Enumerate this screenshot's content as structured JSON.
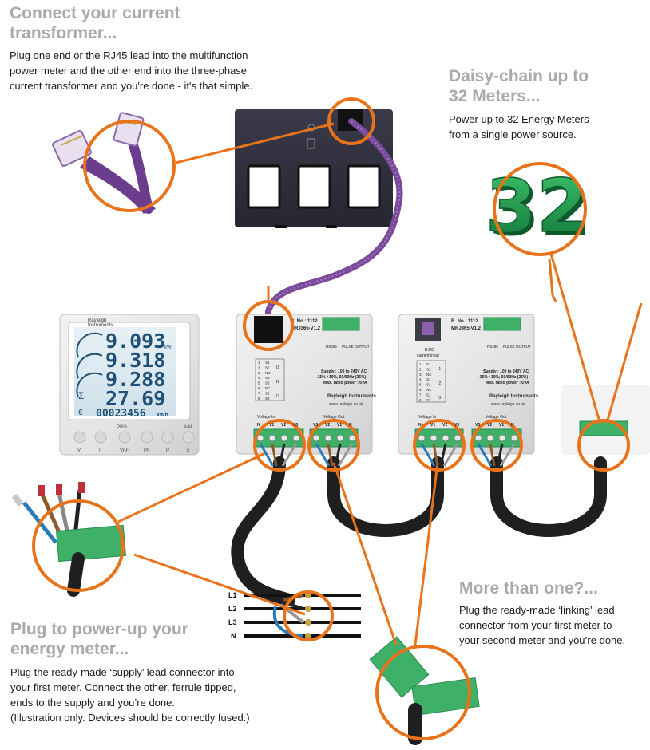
{
  "sections": {
    "connect": {
      "title_line1": "Connect your current",
      "title_line2": "transformer...",
      "body_line1": "Plug one end or the RJ45 lead into the multifunction",
      "body_line2": "power meter and the other end into the three-phase",
      "body_line3": "current transformer and you're done - it's that simple."
    },
    "daisy": {
      "title_line1": "Daisy-chain up to",
      "title_line2": "32 Meters...",
      "body_line1": "Power up to 32 Energy Meters",
      "body_line2": "from a single power source."
    },
    "plug": {
      "title_line1": "Plug to power-up your",
      "title_line2": "energy meter...",
      "body_line1": "Plug the ready-made ‘supply’ lead connector into",
      "body_line2": "your first meter. Connect the other, ferrule tipped,",
      "body_line3": "ends to the supply and you’re done.",
      "body_line4": "(Illustration only. Devices should be correctly fused.)"
    },
    "more": {
      "title": "More than one?...",
      "body_line1": "Plug the ready-made ‘linking’ lead",
      "body_line2": "connector from your first meter to",
      "body_line3": "your second meter and you’re done."
    }
  },
  "badge": {
    "number": "32"
  },
  "display": {
    "brand_line1": "Rayleigh",
    "brand_line2": "Instruments",
    "row1_value": "9.093",
    "row1_unit": "kW",
    "row2_value": "9.318",
    "row3_value": "9.288",
    "row4_value": "27.69",
    "row5_value": "00023456",
    "row5_unit": "kWh",
    "prg_label": "PRG",
    "am_label": "A/M",
    "buttons": [
      "V",
      "I",
      "VAF",
      "PF",
      "P",
      "E"
    ]
  },
  "meter_module": {
    "serial": "B. No.: 1112",
    "model": "MRJ365-V1.2",
    "rj45_label": "RJ45",
    "ct_label": "current input",
    "pulse_label": "PULSE OUTPUT",
    "rs485_label": "RS485",
    "supply_line1": "Supply : 100 to 240V AC,",
    "supply_line2": "-15% +10%, 50/60Hz (25%)",
    "supply_line3": "Max. rated power : 6VA",
    "brand": "Rayleigh Instruments",
    "website": "www.rayleigh.co.uk",
    "voltage_in": "Voltage In",
    "voltage_out": "Voltage Out",
    "terminal_rows": [
      "S1",
      "S2",
      "NC",
      "S1",
      "S2",
      "NC",
      "S1",
      "S2"
    ],
    "ct_groups": [
      "I1",
      "I2",
      "I3"
    ],
    "terminals_in": [
      "N",
      "V1",
      "V2",
      "V3"
    ],
    "terminals_out": [
      "V3",
      "V2",
      "V1",
      "N"
    ]
  },
  "supply_lines": [
    "L1",
    "L2",
    "L3",
    "N"
  ],
  "colors": {
    "accent_orange": "#e8731a",
    "heading_gray": "#a7a9ac",
    "badge_green": "#1e9a4a",
    "cable_purple": "#7a4a9a",
    "connector_green": "#3fb068"
  }
}
